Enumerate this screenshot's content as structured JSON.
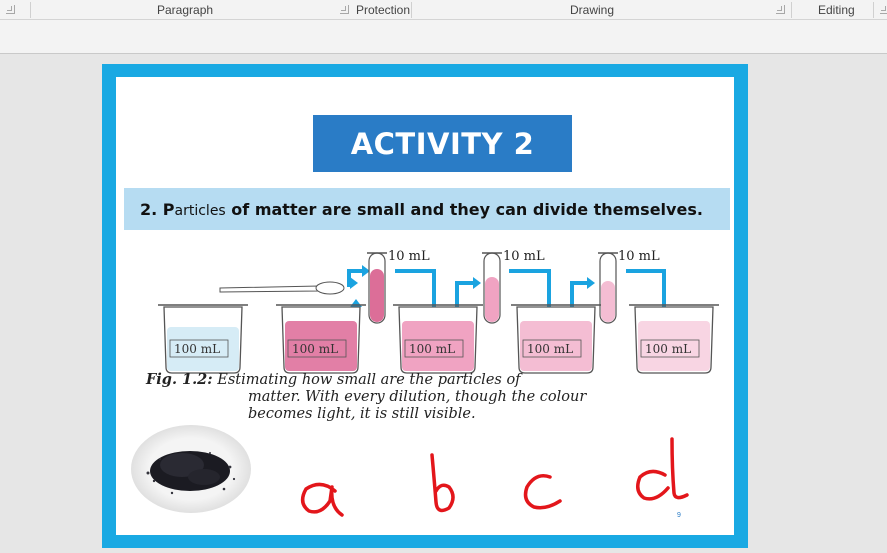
{
  "ribbon": {
    "groups": [
      {
        "label": "Paragraph"
      },
      {
        "label": "Protection"
      },
      {
        "label": "Drawing"
      },
      {
        "label": "Editing"
      }
    ]
  },
  "slide": {
    "title": "ACTIVITY 2",
    "subtitle_number": "2. ",
    "subtitle_p": "P",
    "subtitle_small": "articles",
    "subtitle_rest": " of matter are small and they can divide themselves.",
    "figure": {
      "tube_labels": [
        "10 mL",
        "10 mL",
        "10 mL"
      ],
      "beaker_labels": [
        "100 mL",
        "100 mL",
        "100 mL",
        "100 mL",
        "100 mL"
      ],
      "beaker_colors": [
        "#d6ecf6",
        "#e27fa6",
        "#f0a3c2",
        "#f4bdd3",
        "#f8d5e3"
      ],
      "tube_color": "#dc6e98",
      "arrow_color": "#1aa3e0"
    },
    "caption_label": "Fig. 1.2:",
    "caption_line1": " Estimating how small are the particles of",
    "caption_line2": "matter. With every dilution, though the colour",
    "caption_line3": "becomes light, it is still visible.",
    "annotations": [
      "a",
      "b",
      "c",
      "d"
    ],
    "page_number": "9"
  }
}
